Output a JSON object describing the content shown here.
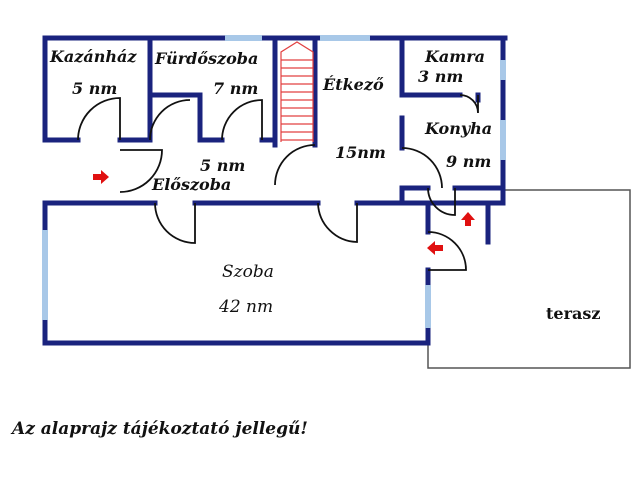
{
  "rooms": {
    "kazanhaz": {
      "name": "Kazánház",
      "area": "5 nm"
    },
    "furdoszoba": {
      "name": "Fürdőszoba",
      "area": "7 nm"
    },
    "etkezo": {
      "name": "Étkező",
      "area": "15nm"
    },
    "kamra": {
      "name": "Kamra",
      "area": "3 nm"
    },
    "konyha": {
      "name": "Konyha",
      "area": "9 nm"
    },
    "eloszoba": {
      "name": "Előszoba",
      "area": "5 nm"
    },
    "szoba": {
      "name": "Szoba",
      "area": "42 nm"
    },
    "terasz": {
      "name": "terasz"
    }
  },
  "note": "Az alaprajz tájékoztató jellegű!",
  "colors": {
    "wall": "#1a237e",
    "window": "#a8c8e8",
    "arrow": "#e01010",
    "line": "#333333"
  }
}
